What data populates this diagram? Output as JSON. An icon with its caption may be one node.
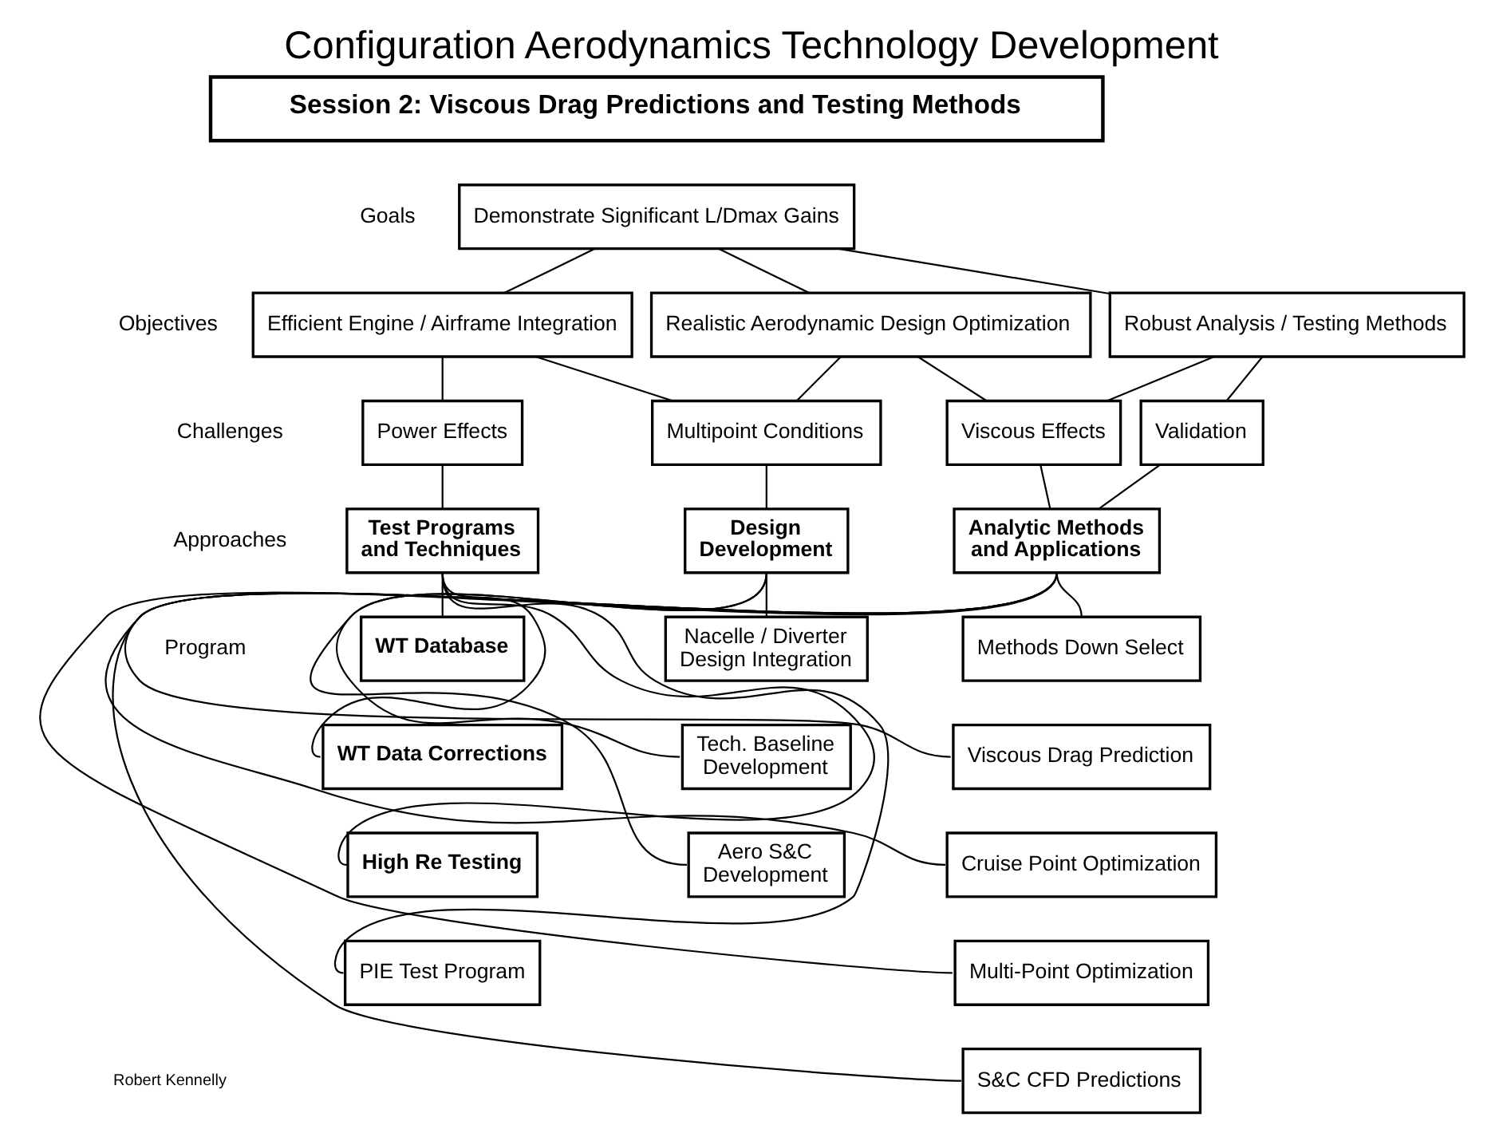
{
  "diagram": {
    "title": "Configuration Aerodynamics Technology Development",
    "nodes": [
      {
        "text": [
          "Session 2: Viscous Drag Predictions and Testing Methods"
        ]
      },
      {
        "text": [
          "Demonstrate Significant L/Dmax Gains"
        ]
      },
      {
        "text": [
          "Robust Analysis / Testing Methods"
        ]
      },
      {
        "text": [
          "Realistic Aerodynamic Design Optimization"
        ]
      },
      {
        "text": [
          "Efficient Engine / Airframe Integration"
        ]
      },
      {
        "text": [
          "Validation"
        ]
      },
      {
        "text": [
          "Viscous Effects"
        ]
      },
      {
        "text": [
          "Multipoint Conditions"
        ]
      },
      {
        "text": [
          "Power Effects"
        ]
      },
      {
        "text": [
          "Analytic Methods and Applications"
        ]
      },
      {
        "text": [
          "Design Development"
        ]
      },
      {
        "text": [
          "Test Programs and Techniques"
        ]
      },
      {
        "text": [
          "Methods Down Select"
        ]
      },
      {
        "text": [
          "Viscous Drag Prediction"
        ]
      },
      {
        "text": [
          "Cruise Point Optimization"
        ]
      },
      {
        "text": [
          "Multi-Point Optimization"
        ]
      },
      {
        "text": [
          "S&C CFD Predictions"
        ]
      },
      {
        "text": [
          "Nacelle / Diverter Design Integration"
        ]
      },
      {
        "text": [
          "Tech. Baseline Development"
        ]
      },
      {
        "text": [
          "Aero S&C Development"
        ]
      },
      {
        "text": [
          "WT Database"
        ]
      },
      {
        "text": [
          "WT Data Corrections"
        ]
      },
      {
        "text": [
          "High Re Testing"
        ]
      },
      {
        "text": [
          "PIE Test Program"
        ]
      }
    ],
    "edges": [
      {
        "from": 1,
        "to": 2,
        "arrow": "none"
      },
      {
        "from": 1,
        "to": 3,
        "arrow": "none"
      },
      {
        "from": 1,
        "to": 4,
        "arrow": "none"
      },
      {
        "from": 2,
        "to": 5,
        "arrow": "none"
      },
      {
        "from": 2,
        "to": 6,
        "arrow": "none"
      },
      {
        "from": 3,
        "to": 6,
        "arrow": "none"
      },
      {
        "from": 3,
        "to": 7,
        "arrow": "none"
      },
      {
        "from": 4,
        "to": 7,
        "arrow": "none"
      },
      {
        "from": 4,
        "to": 8,
        "arrow": "none"
      },
      {
        "from": 5,
        "to": 9,
        "arrow": "none"
      },
      {
        "from": 6,
        "to": 9,
        "arrow": "none"
      },
      {
        "from": 7,
        "to": 10,
        "arrow": "none"
      },
      {
        "from": 8,
        "to": 11,
        "arrow": "none"
      },
      {
        "from": 9,
        "to": 12,
        "arrow": "none"
      },
      {
        "from": 9,
        "to": 13,
        "arrow": "none"
      },
      {
        "from": 9,
        "to": 14,
        "arrow": "none"
      },
      {
        "from": 9,
        "to": 15,
        "arrow": "none"
      },
      {
        "from": 9,
        "to": 16,
        "arrow": "none"
      },
      {
        "from": 10,
        "to": 17,
        "arrow": "none"
      },
      {
        "from": 10,
        "to": 18,
        "arrow": "none"
      },
      {
        "from": 10,
        "to": 19,
        "arrow": "none"
      },
      {
        "from": 11,
        "to": 20,
        "arrow": "none"
      },
      {
        "from": 11,
        "to": 21,
        "arrow": "none"
      },
      {
        "from": 11,
        "to": 22,
        "arrow": "none"
      },
      {
        "from": 11,
        "to": 23,
        "arrow": "none"
      }
    ],
    "labels": [
      "Goals",
      "Objectives",
      "Challenges",
      "Approaches",
      "Program",
      "Robert Kennelly"
    ]
  }
}
